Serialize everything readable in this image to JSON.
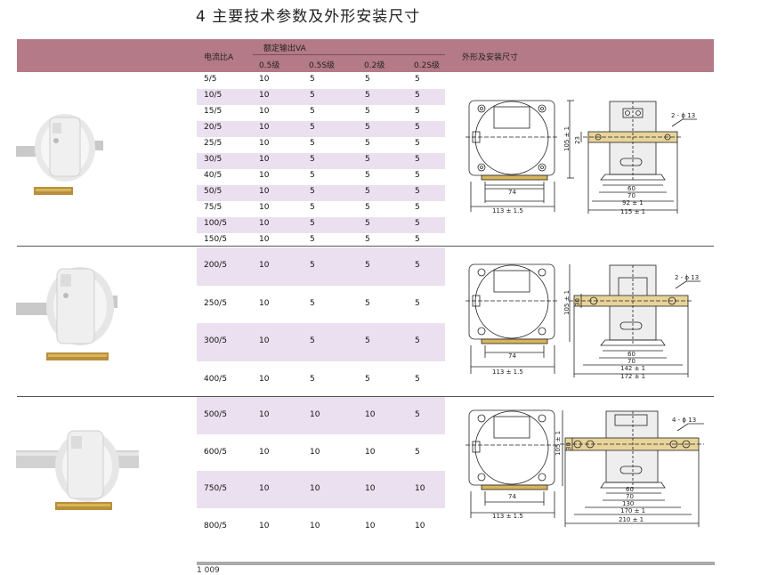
{
  "title": "4 主要技术参数及外形安装尺寸",
  "header": {
    "ratio": "电流比A",
    "rated_output": "额定输出VA",
    "classes": [
      "0.5级",
      "0.5S级",
      "0.2级",
      "0.2S级"
    ],
    "dimensions": "外形及安装尺寸"
  },
  "group1": [
    [
      "5/5",
      "10",
      "5",
      "5",
      "5"
    ],
    [
      "10/5",
      "10",
      "5",
      "5",
      "5"
    ],
    [
      "15/5",
      "10",
      "5",
      "5",
      "5"
    ],
    [
      "20/5",
      "10",
      "5",
      "5",
      "5"
    ],
    [
      "25/5",
      "10",
      "5",
      "5",
      "5"
    ],
    [
      "30/5",
      "10",
      "5",
      "5",
      "5"
    ],
    [
      "40/5",
      "10",
      "5",
      "5",
      "5"
    ],
    [
      "50/5",
      "10",
      "5",
      "5",
      "5"
    ],
    [
      "75/5",
      "10",
      "5",
      "5",
      "5"
    ],
    [
      "100/5",
      "10",
      "5",
      "5",
      "5"
    ],
    [
      "150/5",
      "10",
      "5",
      "5",
      "5"
    ]
  ],
  "group2": [
    [
      "200/5",
      "10",
      "5",
      "5",
      "5"
    ],
    [
      "250/5",
      "10",
      "5",
      "5",
      "5"
    ],
    [
      "300/5",
      "10",
      "5",
      "5",
      "5"
    ],
    [
      "400/5",
      "10",
      "5",
      "5",
      "5"
    ]
  ],
  "group3": [
    [
      "500/5",
      "10",
      "10",
      "10",
      "5"
    ],
    [
      "600/5",
      "10",
      "10",
      "10",
      "5"
    ],
    [
      "750/5",
      "10",
      "10",
      "10",
      "10"
    ],
    [
      "800/5",
      "10",
      "10",
      "10",
      "10"
    ]
  ],
  "drawing1": {
    "front_width": "74",
    "base_width": "113 ± 1.5",
    "height": "105 ± 1",
    "center": "23",
    "holes": "2 - ϕ 13",
    "d60": "60",
    "d70": "70",
    "d92": "92 ± 1",
    "d115": "115 ± 1"
  },
  "drawing2": {
    "front_width": "74",
    "base_width": "113 ± 1.5",
    "height": "105 ± 1",
    "center": "30",
    "holes": "2 - ϕ 13",
    "d60": "60",
    "d70": "70",
    "d142": "142 ± 1",
    "d172": "172 ± 1"
  },
  "drawing3": {
    "front_width": "74",
    "base_width": "113 ± 1.5",
    "height": "105 ± 1",
    "center": "30",
    "holes": "4 - ϕ 13",
    "d60": "60",
    "d70": "70",
    "d130": "130",
    "d170": "170 ± 1",
    "d210": "210 ± 1"
  },
  "page_number": "1 009"
}
